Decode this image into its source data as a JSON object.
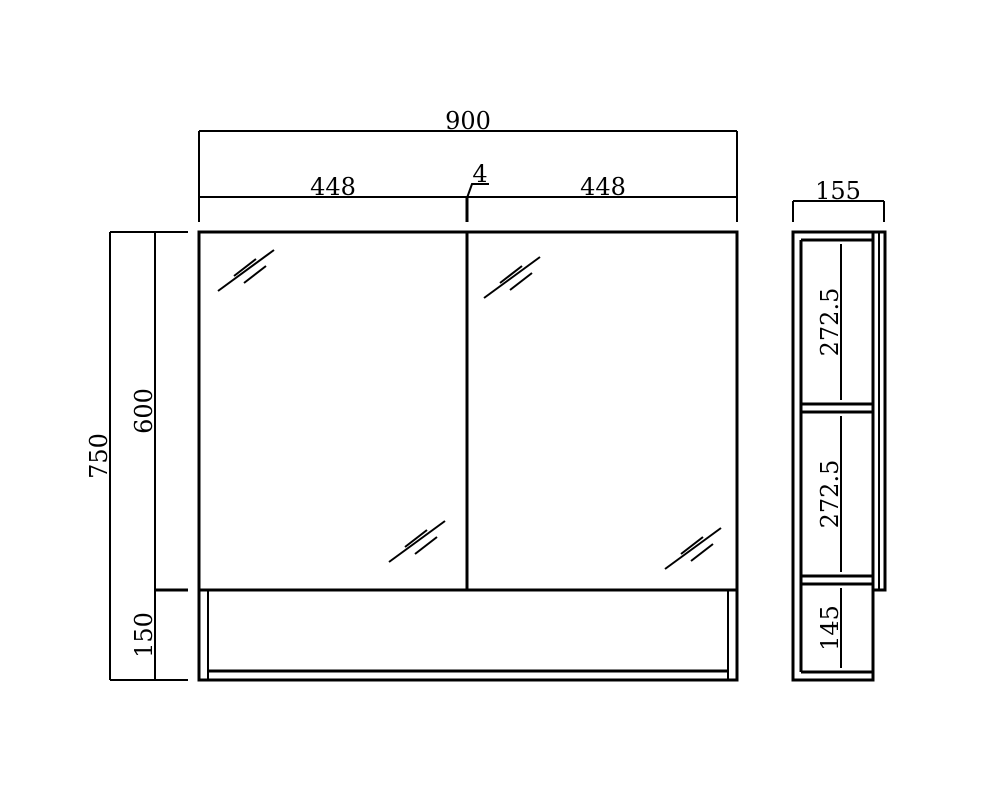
{
  "dimensions": {
    "total_width": "900",
    "left_door_width": "448",
    "gap": "4",
    "right_door_width": "448",
    "total_height": "750",
    "door_height": "600",
    "base_height": "150",
    "depth": "155",
    "shelf_upper": "272.5",
    "shelf_middle": "272.5",
    "shelf_lower": "145"
  }
}
